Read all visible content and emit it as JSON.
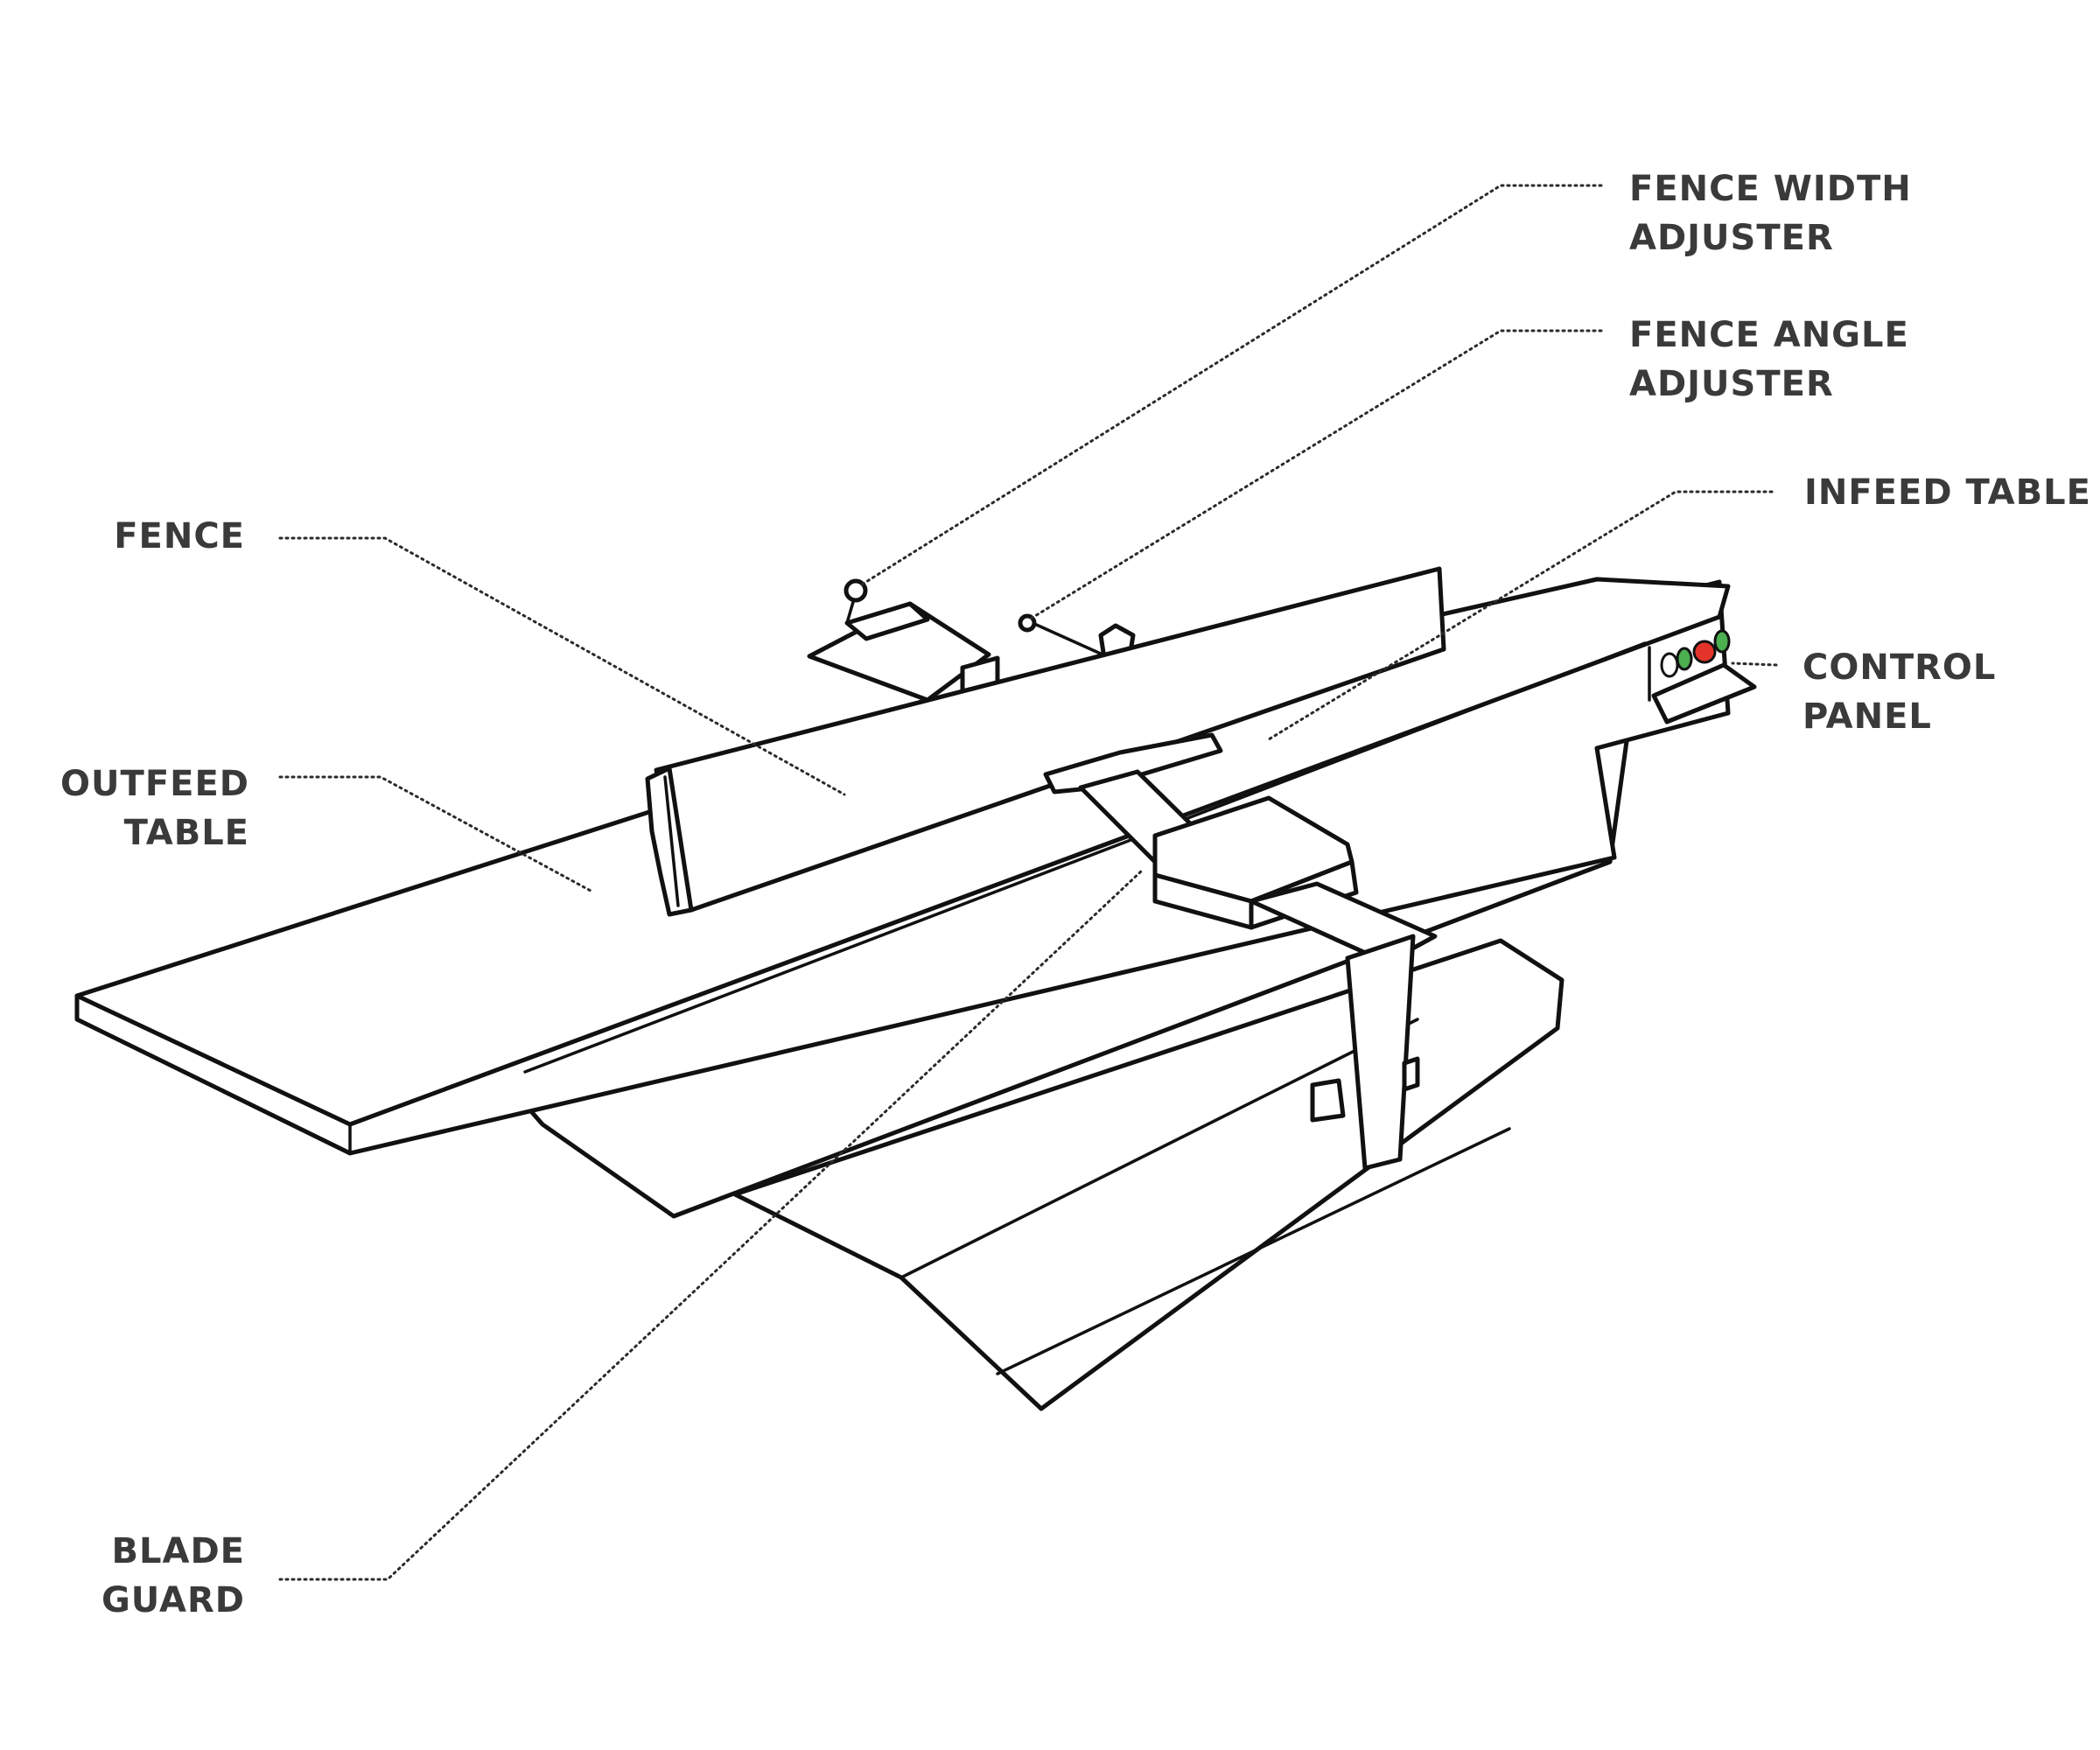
{
  "labels": {
    "fence_width_adjuster": {
      "line1": "FENCE WIDTH",
      "line2": "ADJUSTER"
    },
    "fence_angle_adjuster": {
      "line1": "FENCE ANGLE",
      "line2": "ADJUSTER"
    },
    "infeed_table": {
      "line1": "INFEED TABLE"
    },
    "control_panel": {
      "line1": "CONTROL",
      "line2": "PANEL"
    },
    "fence": {
      "line1": "FENCE"
    },
    "outfeed_table": {
      "line1": "OUTFEED",
      "line2": "TABLE"
    },
    "blade_guard": {
      "line1": "BLADE",
      "line2": "GUARD"
    }
  },
  "colors": {
    "outline": "#111111",
    "label_text": "#3a3a3a",
    "stop_button": "#e4342a",
    "start_button": "#4caf50"
  }
}
